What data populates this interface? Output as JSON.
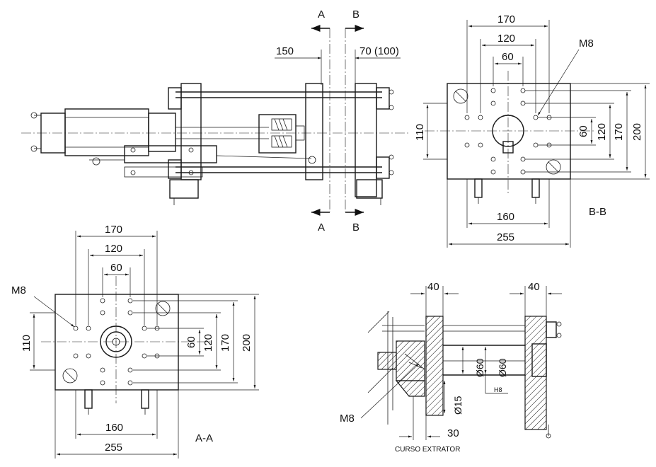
{
  "section_markers": {
    "a": "A",
    "b": "B"
  },
  "top_view": {
    "dim_left": "150",
    "dim_right": "70 (100)"
  },
  "view_bb": {
    "title": "B-B",
    "dim_170_top": "170",
    "dim_120_top": "120",
    "dim_60_top": "60",
    "thread": "M8",
    "dim_110": "110",
    "dim_60_right": "60",
    "dim_120_right": "120",
    "dim_170_right": "170",
    "dim_200": "200",
    "dim_160": "160",
    "dim_255": "255"
  },
  "view_aa": {
    "title": "A-A",
    "dim_170_top": "170",
    "dim_120_top": "120",
    "dim_60_top": "60",
    "thread": "M8",
    "dim_110": "110",
    "dim_60_right": "60",
    "dim_120_right": "120",
    "dim_170_right": "170",
    "dim_200": "200",
    "dim_160": "160",
    "dim_255": "255"
  },
  "section_view": {
    "dim_40_left": "40",
    "dim_40_right": "40",
    "dia_60_a": "Ø60",
    "dia_60_b": "Ø60",
    "dia_15": "Ø15",
    "fit": "H8",
    "thread": "M8",
    "dim_30": "30",
    "stroke_label": "CURSO EXTRATOR"
  }
}
